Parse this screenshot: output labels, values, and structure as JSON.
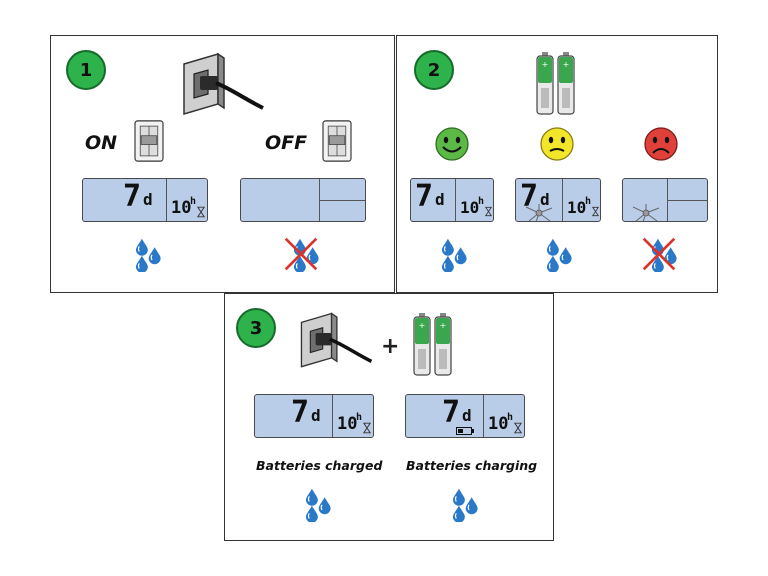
{
  "steps": [
    {
      "number": "1"
    },
    {
      "number": "2"
    },
    {
      "number": "3"
    }
  ],
  "switch_labels": {
    "on": "ON",
    "off": "OFF"
  },
  "display": {
    "days": "7",
    "day_unit": "d",
    "hours": "10",
    "hour_unit": "h"
  },
  "status_labels": {
    "charged": "Batteries charged",
    "charging": "Batteries charging"
  },
  "plus_sign": "+",
  "colors": {
    "badge": "#2eb24b",
    "lcd": "#b9cde8",
    "water": "#2a78c8",
    "cross": "#d8342c",
    "happy": "#5cb847",
    "neutral": "#f2e52a",
    "sad": "#e0403a"
  },
  "icons": [
    "power-plug-icon",
    "battery-pair-icon",
    "wall-switch-icon",
    "water-drops-icon",
    "cross-icon",
    "happy-face-icon",
    "neutral-face-icon",
    "sad-face-icon",
    "hourglass-icon",
    "battery-low-icon",
    "cracked-screen-icon"
  ]
}
